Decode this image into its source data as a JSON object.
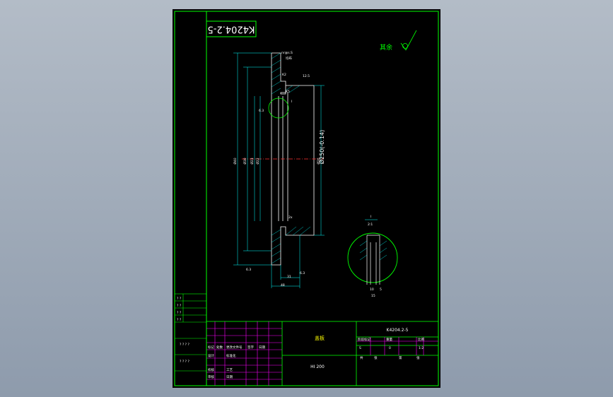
{
  "drawing": {
    "code_rotated": "K4204.2-5",
    "surface_note": "其余",
    "roughness_top": "6.3",
    "roughness_note_1": "nr@s.S",
    "roughness_note_2": "均布",
    "dim_k2": "K2",
    "dim_125": "12.5",
    "dim_k5": "K5",
    "detail_ref": "I",
    "dim_tolerance": "Ø250(-0.14)",
    "dim_d1": "Ø40",
    "dim_d2": "Ø30",
    "dim_d3": "Ø23",
    "dim_d4": "Ø22",
    "dim_d5": "Ø20",
    "dim_2x": "2x",
    "dim_31": "31",
    "dim_48": "48",
    "dim_63a": "6.3",
    "dim_63b": "6.3",
    "dim_63c": "6.3",
    "detail_label": "I",
    "detail_scale": "2:1",
    "detail_dim_10": "10",
    "detail_dim_5": "5",
    "detail_dim_15": "15"
  },
  "title_block": {
    "part_name": "盖板",
    "material": "HI 200",
    "drawing_number": "K4204.2-5",
    "hdr_stage": "阶段标记",
    "hdr_weight": "重量",
    "hdr_scale": "比例",
    "hdr_weight_val": "0",
    "hdr_scale_val": "1:2",
    "footer_sheets": "共",
    "footer_sheet_word": "张",
    "footer_page": "第",
    "footer_page_word": "张",
    "row_1": "标记",
    "row_1b": "处数",
    "row_1c": "更改文件号",
    "row_1d": "签字",
    "row_1e": "日期",
    "row_2": "设计",
    "row_2b": "标准化",
    "row_3": "校核",
    "row_3b": "工艺",
    "row_4": "审核",
    "row_4b": "日期",
    "mark_s": "S",
    "qq": "? ? ? ?",
    "left_q": "? ?"
  }
}
